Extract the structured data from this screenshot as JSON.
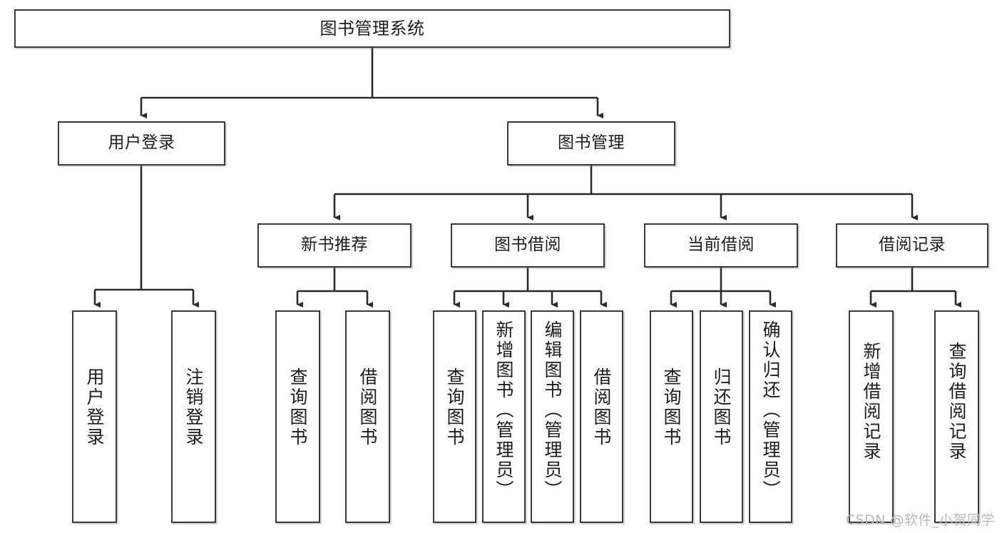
{
  "diagram": {
    "title": "图书管理系统",
    "type": "tree-hierarchy",
    "orientation": "top-down",
    "colors": {
      "box_border": "#3a3a3a",
      "box_fill": "#ffffff",
      "connector": "#2b2b2b",
      "text": "#1c1c1c",
      "watermark": "#b9b9b9"
    },
    "root": {
      "label": "图书管理系统"
    },
    "level2": [
      {
        "label": "用户登录"
      },
      {
        "label": "图书管理"
      }
    ],
    "level3": [
      {
        "label": "新书推荐"
      },
      {
        "label": "图书借阅"
      },
      {
        "label": "当前借阅"
      },
      {
        "label": "借阅记录"
      }
    ],
    "leaves_user_login": [
      {
        "label": "用户登录"
      },
      {
        "label": "注销登录"
      }
    ],
    "leaves_new_books": [
      {
        "label": "查询图书"
      },
      {
        "label": "借阅图书"
      }
    ],
    "leaves_book_borrow": [
      {
        "label": "查询图书"
      },
      {
        "label": "新增图书（管理员）"
      },
      {
        "label": "编辑图书（管理员）"
      },
      {
        "label": "借阅图书"
      }
    ],
    "leaves_current_borrow": [
      {
        "label": "查询图书"
      },
      {
        "label": "归还图书"
      },
      {
        "label": "确认归还（管理员）"
      }
    ],
    "leaves_borrow_records": [
      {
        "label": "新增借阅记录"
      },
      {
        "label": "查询借阅记录"
      }
    ]
  },
  "watermark": {
    "text": "CSDN @软件_小贺同学"
  }
}
